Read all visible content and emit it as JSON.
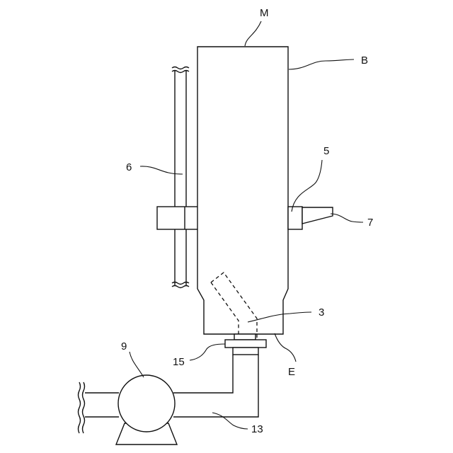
{
  "labels": {
    "m": "M",
    "b": "B",
    "five": "5",
    "six": "6",
    "seven": "7",
    "three": "3",
    "nine": "9",
    "fifteen": "15",
    "e": "E",
    "thirteen": "13"
  },
  "colors": {
    "line": "#111111",
    "background": "#ffffff"
  }
}
